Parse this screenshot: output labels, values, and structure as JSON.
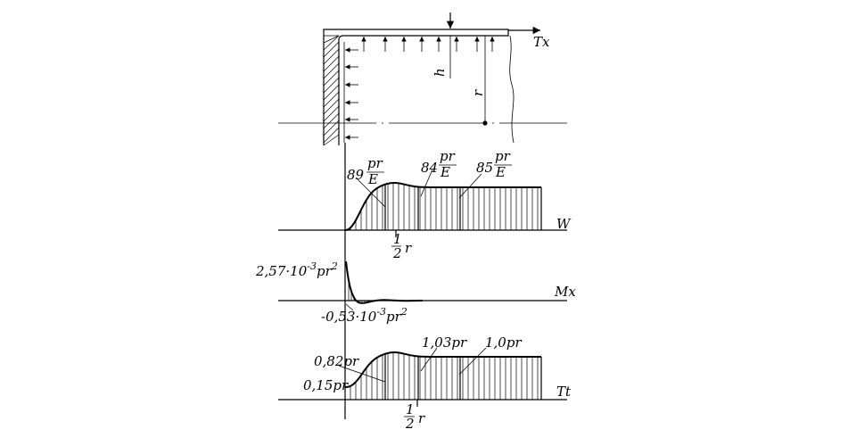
{
  "labels": {
    "tx": "Tx",
    "h": "h",
    "r": "r",
    "w": "W",
    "mx": "Mx",
    "tt": "Tt"
  },
  "w_diagram": {
    "a_coef": "89",
    "b_coef": "84",
    "c_coef": "85",
    "num": "pr",
    "den": "E",
    "half_num": "1",
    "half_den": "2",
    "half_r": "r"
  },
  "mx_diagram": {
    "top_value": "2,57·10",
    "top_exp": "-3",
    "top_tail": "pr",
    "top_sq": "2",
    "bottom_value": "-0,53·10",
    "bottom_exp": "-3",
    "bottom_tail": "pr",
    "bottom_sq": "2"
  },
  "tt_diagram": {
    "v1": "0,15pr",
    "v2": "0,82pr",
    "v3": "1,03pr",
    "v4": "1,0pr",
    "half_num": "1",
    "half_den": "2",
    "half_r": "r"
  }
}
